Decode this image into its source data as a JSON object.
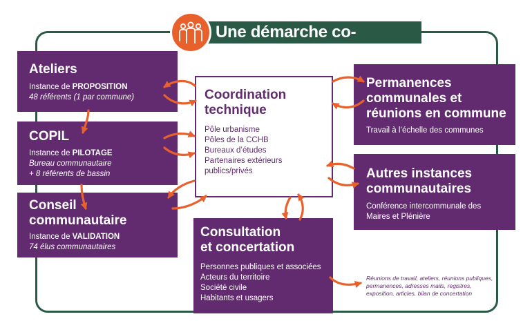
{
  "title": "Une démarche co-construite",
  "colors": {
    "purple": "#622b70",
    "green": "#2a5a45",
    "orange": "#e8612c"
  },
  "badge_icon": "people-group-icon",
  "ateliers": {
    "title": "Ateliers",
    "line1_prefix": "Instance de ",
    "line1_strong": "PROPOSITION",
    "line2": "48 référents (1 par commune)"
  },
  "copil": {
    "title": "COPIL",
    "line1_prefix": "Instance de ",
    "line1_strong": "PILOTAGE",
    "line2": "Bureau communautaire",
    "line3": "+ 8 référents de bassin"
  },
  "conseil": {
    "title_line1": "Conseil",
    "title_line2": "communautaire",
    "line1_prefix": "Instance de ",
    "line1_strong": "VALIDATION",
    "line2": "74 élus communautaires"
  },
  "coordination": {
    "title_line1": "Coordination",
    "title_line2": "technique",
    "items": [
      "Pôle urbanisme",
      "Pôles de la CCHB",
      "Bureaux d’études",
      "Partenaires extérieurs",
      "publics/privés"
    ]
  },
  "permanences": {
    "title_line1": "Permanences",
    "title_line2": "communales et",
    "title_line3": "réunions en commune",
    "line1": "Travail à l’échelle des communes"
  },
  "autres": {
    "title_line1": "Autres instances",
    "title_line2": "communautaires",
    "line1": "Conférence intercommunale des",
    "line2": "Maires et Plénière"
  },
  "consultation": {
    "title_line1": "Consultation",
    "title_line2": "et concertation",
    "items": [
      "Personnes publiques et associées",
      "Acteurs du territoire",
      "Société civile",
      "Habitants et usagers"
    ]
  },
  "note_lines": [
    "Réunions de travail, ateliers, réunions publiques,",
    "permanences, adresses mails, registres,",
    "exposition, articles, bilan de concertation"
  ]
}
